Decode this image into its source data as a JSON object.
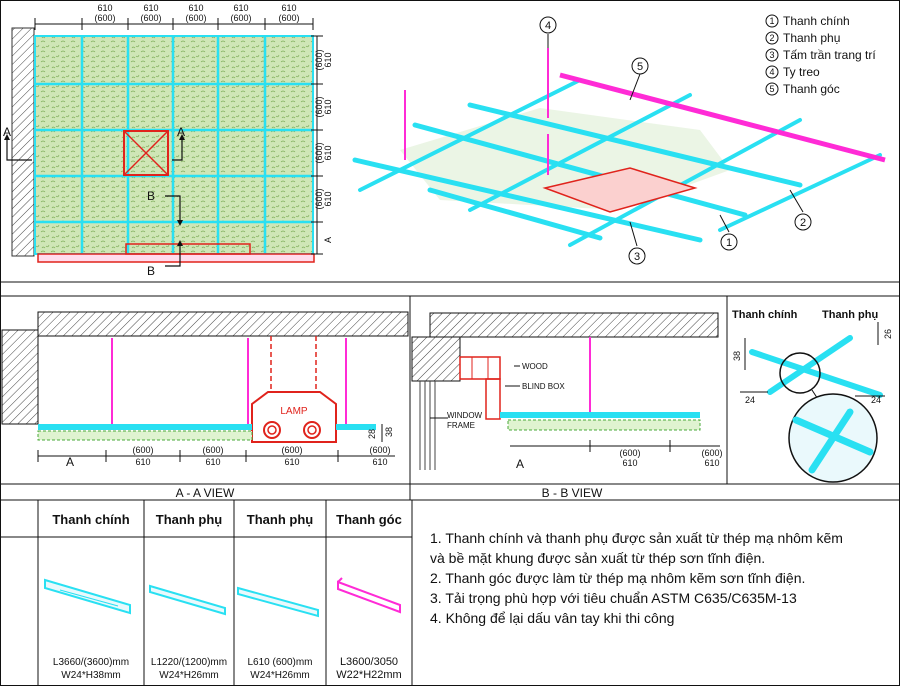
{
  "legend": [
    {
      "num": "1",
      "label": "Thanh chính"
    },
    {
      "num": "2",
      "label": "Thanh phụ"
    },
    {
      "num": "3",
      "label": "Tấm trần trang trí"
    },
    {
      "num": "4",
      "label": "Ty treo"
    },
    {
      "num": "5",
      "label": "Thanh góc"
    }
  ],
  "plan": {
    "col_top": [
      "610",
      "610",
      "610",
      "610",
      "610"
    ],
    "col_bottom": [
      "(600)",
      "(600)",
      "(600)",
      "(600)",
      "(600)"
    ],
    "row_dims": [
      [
        "(600)",
        "610"
      ],
      [
        "(600)",
        "610"
      ],
      [
        "(600)",
        "610"
      ],
      [
        "(600)",
        "610"
      ]
    ],
    "edge_label": "A",
    "section_a": "A",
    "section_b": "B"
  },
  "iso_callouts": [
    "1",
    "2",
    "3",
    "4",
    "5"
  ],
  "view_aa": {
    "title": "A - A VIEW",
    "lamp": "LAMP",
    "edge": "A",
    "dims": [
      [
        "(600)",
        "610"
      ],
      [
        "(600)",
        "610"
      ],
      [
        "(600)",
        "610"
      ],
      [
        "(600)",
        "610"
      ]
    ],
    "h1": "28",
    "h2": "38"
  },
  "view_bb": {
    "title": "B - B VIEW",
    "wood": "WOOD",
    "blind_box": "BLIND BOX",
    "window_frame": [
      "WINDOW",
      "FRAME"
    ],
    "edge": "A",
    "dims": [
      [
        "(600)",
        "610"
      ],
      [
        "(600)",
        "610"
      ]
    ]
  },
  "joint": {
    "main_label": "Thanh chính",
    "sub_label": "Thanh phụ",
    "d38": "38",
    "d26": "26",
    "d24a": "24",
    "d24b": "24"
  },
  "table": {
    "headers": [
      "Thanh chính",
      "Thanh phụ",
      "Thanh phụ",
      "Thanh góc"
    ],
    "specs": [
      [
        "L3660/(3600)mm",
        "W24*H38mm"
      ],
      [
        "L1220/(1200)mm",
        "W24*H26mm"
      ],
      [
        "L610 (600)mm",
        "W24*H26mm"
      ],
      [
        "L3600/3050",
        "W22*H22mm"
      ]
    ]
  },
  "notes": [
    "1. Thanh chính và thanh phụ được sản xuất từ thép mạ nhôm kẽm",
    "và bề mặt khung được sản xuất từ thép sơn tĩnh điện.",
    "2. Thanh góc được làm từ thép mạ nhôm kẽm sơn tĩnh điện.",
    "3. Tải trọng phù hợp với tiêu chuẩn ASTM C635/C635M-13",
    "4. Không để lại dấu vân tay khi thi công"
  ],
  "colors": {
    "cyan": "#29e0f2",
    "magenta": "#ff2bd6",
    "red": "#e0231c",
    "green": "#b9d99b"
  }
}
